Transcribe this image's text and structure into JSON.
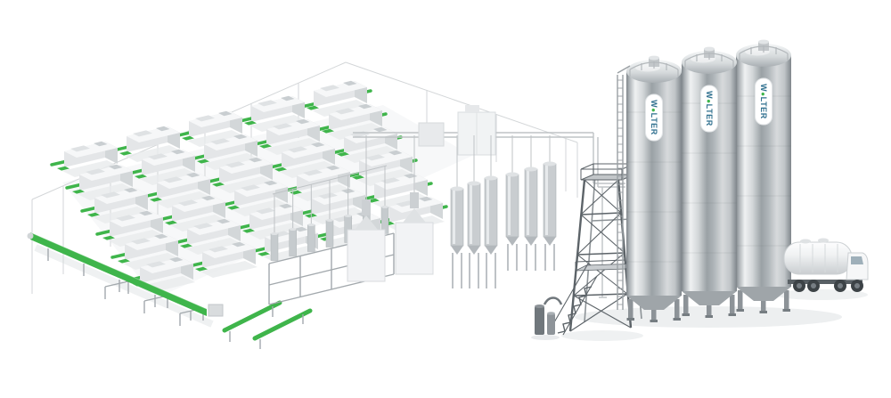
{
  "scene": {
    "alt": "3D rendering of a plastics processing plant: rows of injection molding machines with green conveyor belts, central material drying and dosing equipment, a steel support tower, three outdoor WOLTER silos and a bulk tanker truck",
    "background": "#ffffff"
  },
  "brand": {
    "name": "WOLTER"
  },
  "colors": {
    "accent-green": "#3fb54b",
    "brand-text": "#2e6f8e",
    "machine-top": "#f6f7f8",
    "machine-front": "#e4e6e8",
    "machine-side": "#d3d7d9",
    "frame-gray": "#a3a9ad",
    "tower-gray": "#5c6368",
    "pipe-gray": "#bfc3c6",
    "steel-light": "#eff1f2",
    "steel-dark": "#7f868b"
  },
  "factory": {
    "machine_rows": 6,
    "machines_per_row": 5
  },
  "silos": {
    "count": 3,
    "labels": [
      "WOLTER",
      "WOLTER",
      "WOLTER"
    ]
  }
}
